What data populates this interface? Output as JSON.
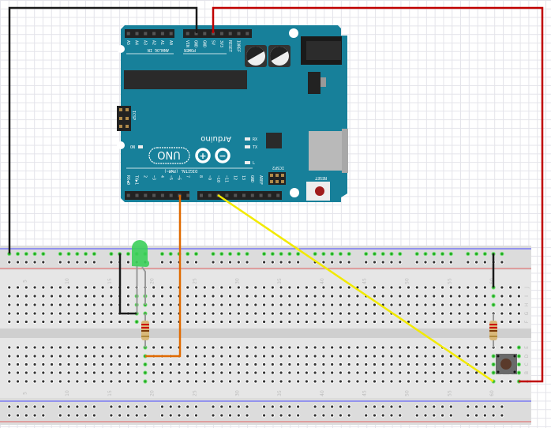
{
  "arduino": {
    "brand": "Arduino",
    "model": "UNO",
    "analog_label": "ANALOG IN",
    "analog_pins": [
      "A5",
      "A4",
      "A3",
      "A2",
      "A1",
      "A0"
    ],
    "power_label": "POWER",
    "power_pins": [
      "VIN",
      "GND",
      "GND",
      "5V",
      "3V3",
      "RESET",
      "IOREF",
      ""
    ],
    "digital_label": "DIGITAL (PWM~)",
    "digital_left_pins": [
      "RX◀0",
      "TX▶1",
      "2",
      "~3",
      "4",
      "~5",
      "~6",
      "7"
    ],
    "digital_right_pins": [
      "8",
      "~9",
      "~10",
      "~11",
      "12",
      "13",
      "GND",
      "AREF",
      "",
      ""
    ],
    "icsp_label": "ICSP",
    "icsp2_label": "ICSP2",
    "reset_label": "RESET",
    "led_labels": {
      "on": "ON",
      "tx": "TX",
      "rx": "RX",
      "l": "L"
    }
  },
  "breadboard": {
    "column_labels": [
      "5",
      "10",
      "15",
      "20",
      "25",
      "30",
      "35",
      "40",
      "45",
      "50",
      "55",
      "60"
    ],
    "row_labels": [
      "J",
      "I",
      "H",
      "G",
      "F",
      "E",
      "D",
      "C",
      "B",
      "A"
    ]
  },
  "colors": {
    "board": "#17809a",
    "wire_black": "#1a1a1a",
    "wire_red": "#c00000",
    "wire_orange": "#e06a00",
    "wire_yellow": "#f2ea00",
    "led": "#3ccf5a",
    "rail_blue": "#4a4aff",
    "rail_red": "#e06060"
  }
}
